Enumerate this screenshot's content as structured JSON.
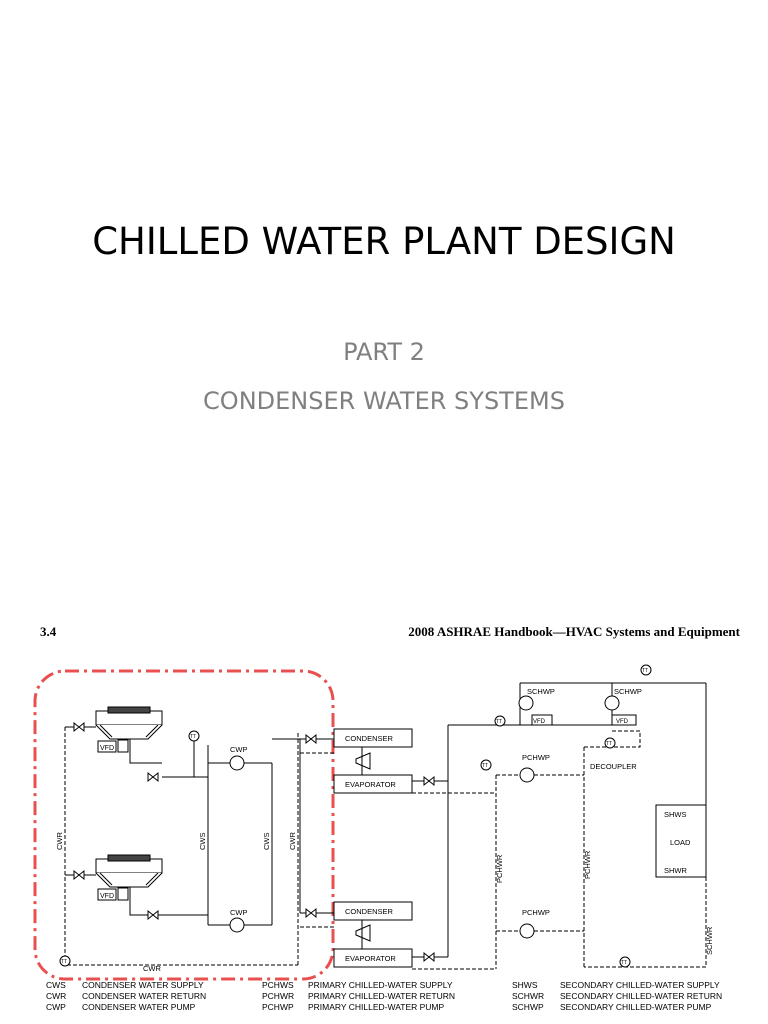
{
  "slide": {
    "title": "CHILLED WATER PLANT DESIGN",
    "subtitle_1": "PART 2",
    "subtitle_2": "CONDENSER WATER SYSTEMS"
  },
  "page": {
    "number": "3.4",
    "header": "2008 ASHRAE Handbook—HVAC Systems and Equipment"
  },
  "diagram": {
    "vfd": "VFD",
    "tt": "TT",
    "cwp": "CWP",
    "cwr": "CWR",
    "cws": "CWS",
    "condenser": "CONDENSER",
    "evaporator": "EVAPORATOR",
    "schwp": "SCHWP",
    "pchwp": "PCHWP",
    "pchwr": "PCHWR",
    "decoupler": "DECOUPLER",
    "shws": "SHWS",
    "load": "LOAD",
    "shwr": "SHWR",
    "schwr": "SCHWR",
    "highlight_color": "#e8504f"
  },
  "legend": [
    [
      {
        "abbr": "CWS",
        "text": "CONDENSER WATER SUPPLY"
      },
      {
        "abbr": "CWR",
        "text": "CONDENSER WATER RETURN"
      },
      {
        "abbr": "CWP",
        "text": "CONDENSER WATER PUMP"
      }
    ],
    [
      {
        "abbr": "PCHWS",
        "text": "PRIMARY CHILLED-WATER SUPPLY"
      },
      {
        "abbr": "PCHWR",
        "text": "PRIMARY CHILLED-WATER RETURN"
      },
      {
        "abbr": "PCHWP",
        "text": "PRIMARY CHILLED-WATER PUMP"
      }
    ],
    [
      {
        "abbr": "SHWS",
        "text": "SECONDARY CHILLED-WATER SUPPLY"
      },
      {
        "abbr": "SCHWR",
        "text": "SECONDARY CHILLED-WATER RETURN"
      },
      {
        "abbr": "SCHWP",
        "text": "SECONDARY CHILLED-WATER PUMP"
      }
    ]
  ]
}
